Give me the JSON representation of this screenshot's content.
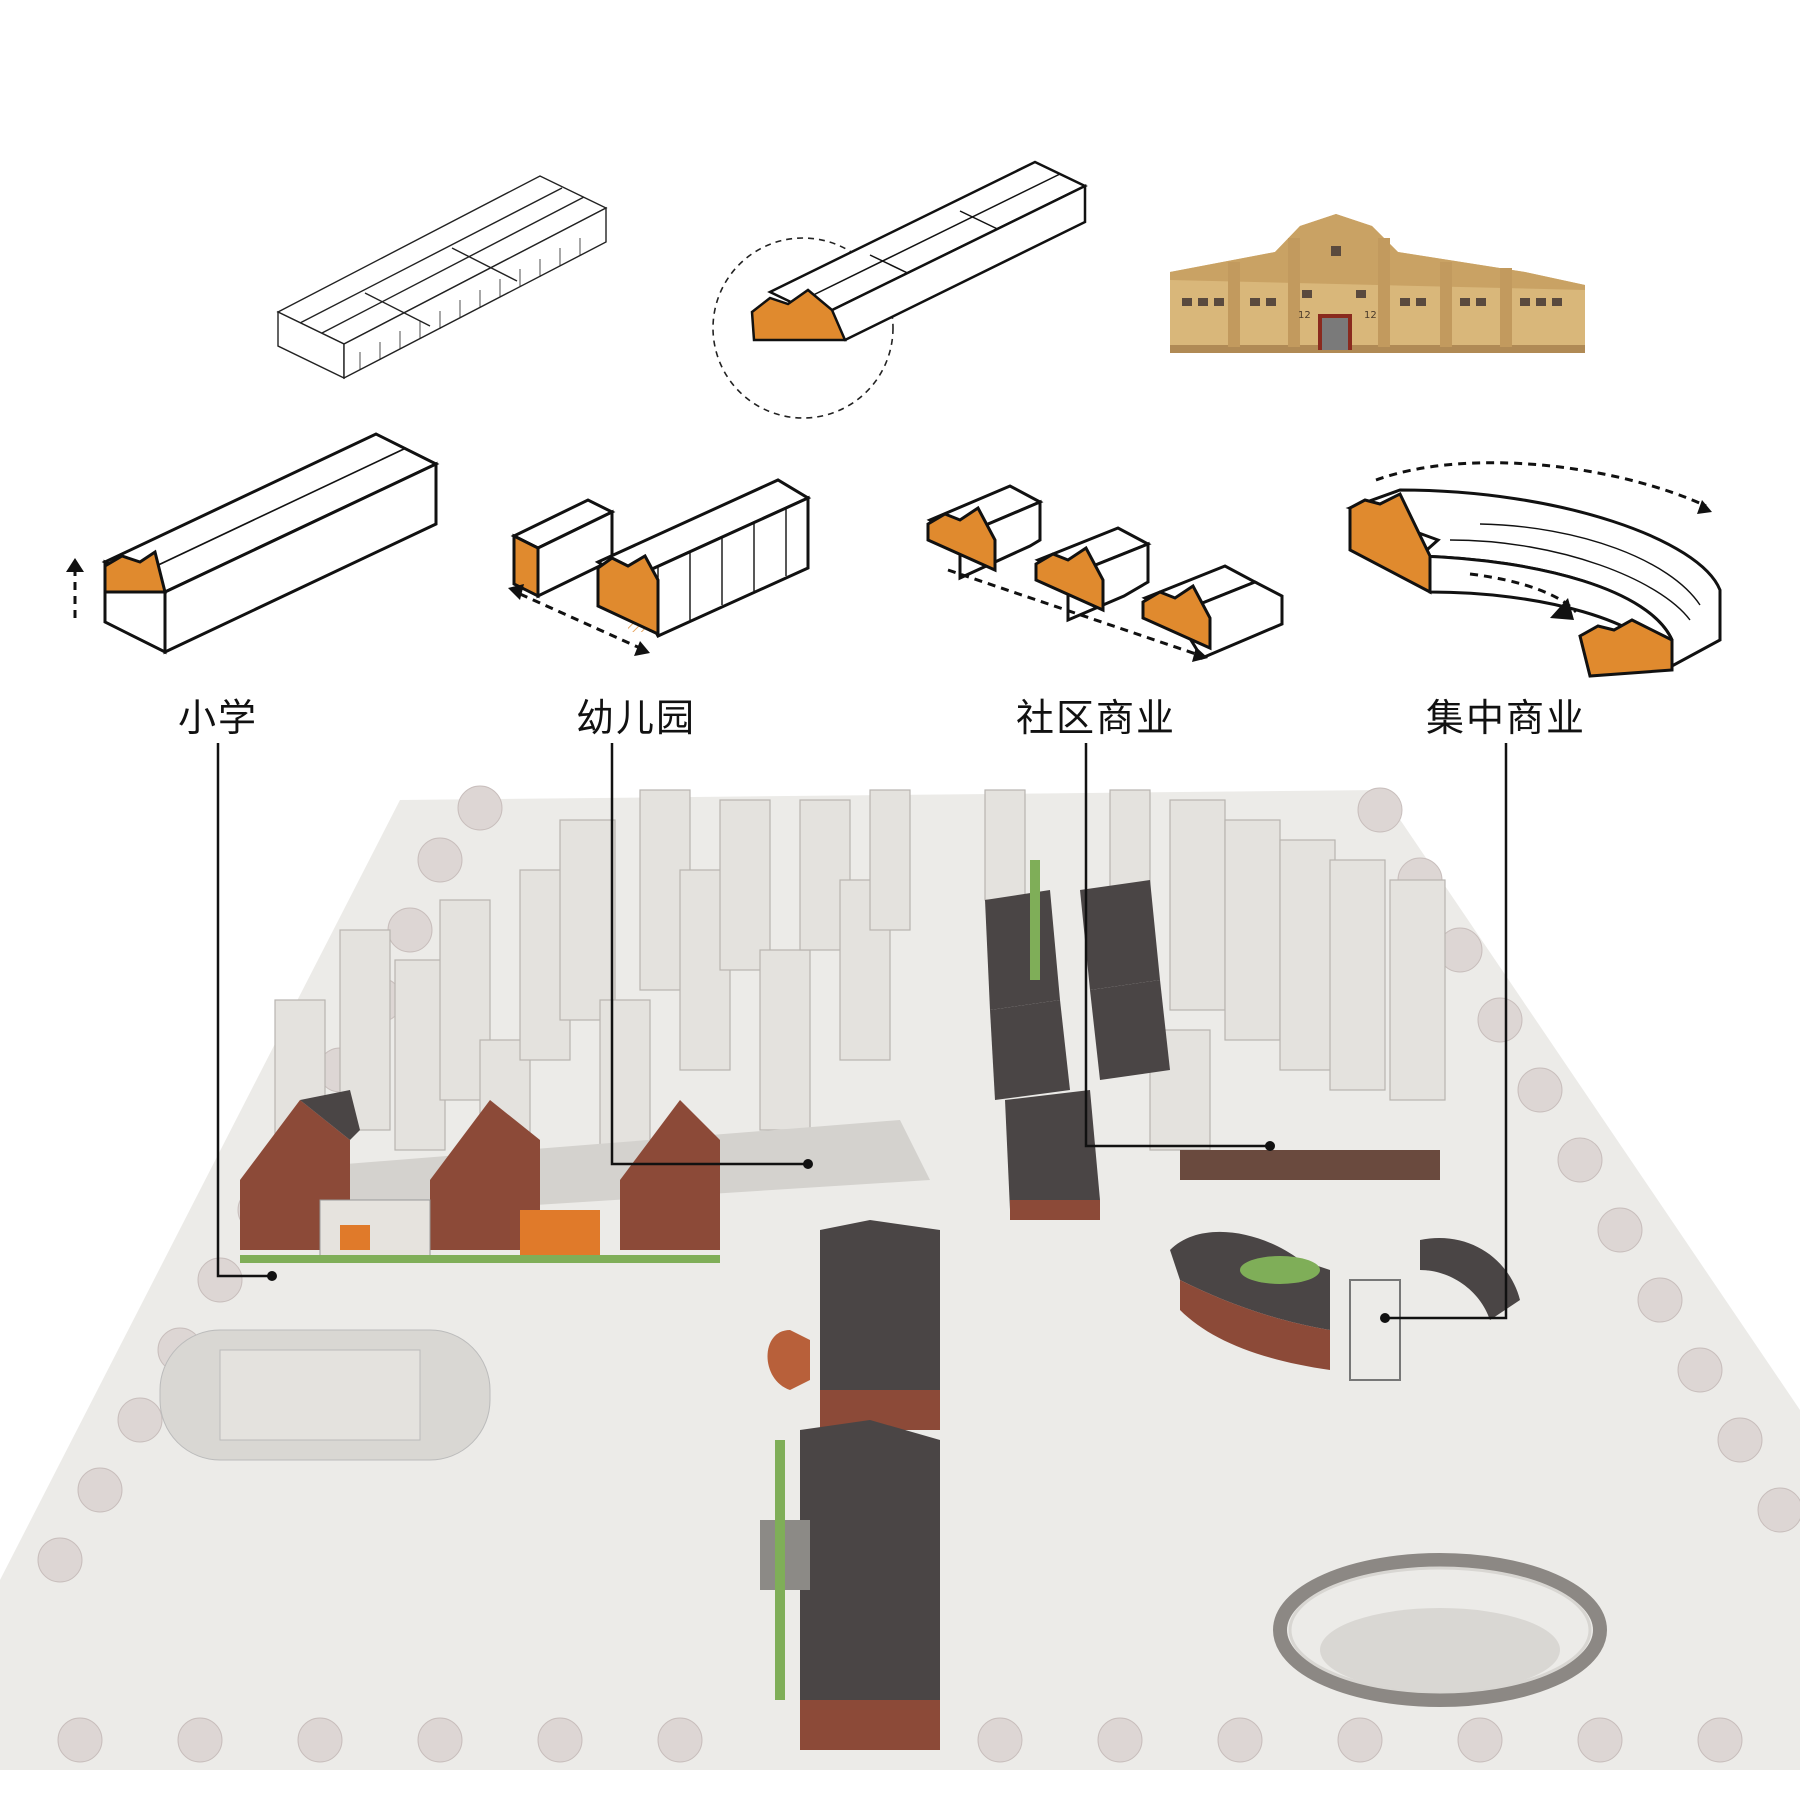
{
  "diagram": {
    "labels": [
      {
        "id": "primary-school",
        "text": "小学"
      },
      {
        "id": "kindergarten",
        "text": "幼儿园"
      },
      {
        "id": "community-commerce",
        "text": "社区商业"
      },
      {
        "id": "central-commerce",
        "text": "集中商业"
      }
    ],
    "facade_numbers": [
      "12",
      "12"
    ],
    "colors": {
      "section": "#e08a2e",
      "line": "#111111",
      "brick": "#8c4a38",
      "roof": "#4a4545",
      "tower": "#e4e2de",
      "tree": "#ddd6d4",
      "ground": "#ecebe8",
      "green": "#7fae58",
      "facade": "#d9b77a"
    }
  }
}
